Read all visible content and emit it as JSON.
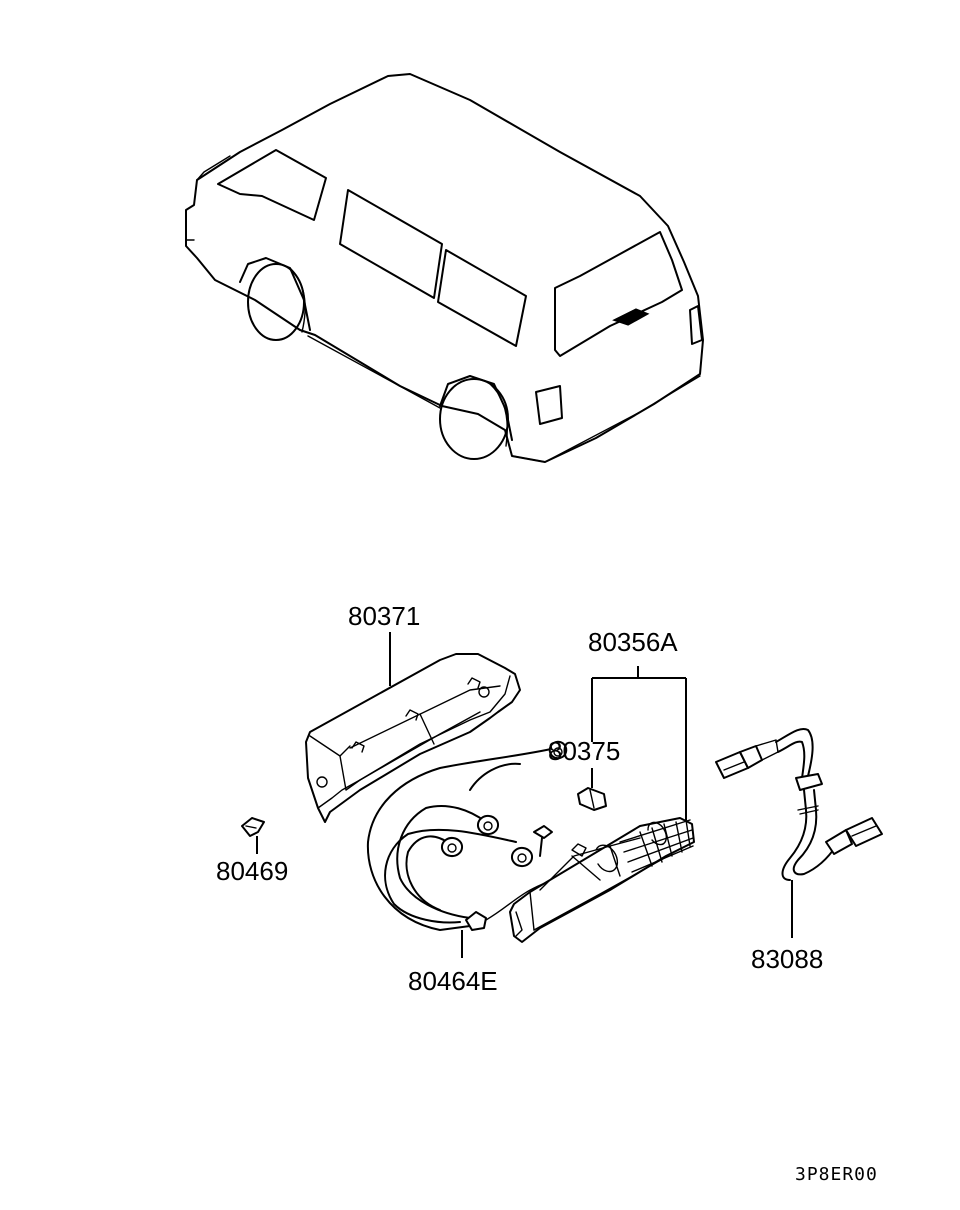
{
  "parts": {
    "p80371": "80371",
    "p80356A": "80356A",
    "p80375": "80375",
    "p80469": "80469",
    "p80464E": "80464E",
    "p83088": "83088"
  },
  "diagram_code": "3P8ER00"
}
